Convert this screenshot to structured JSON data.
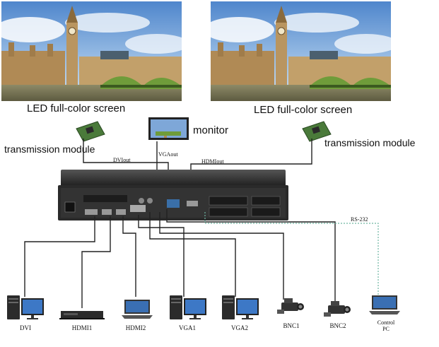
{
  "screens": {
    "left_label": "LED full-color screen",
    "right_label": "LED full-color screen"
  },
  "monitor": {
    "label": "monitor"
  },
  "transmission": {
    "left_label": "transmission  module",
    "right_label": "transmission  module"
  },
  "ports": {
    "dvi_out": "DVIout",
    "vga_out": "VGAout",
    "hdmi_out": "HDMIout",
    "rs232": "RS-232"
  },
  "sources": [
    {
      "id": "dvi",
      "label": "DVI",
      "icon": "desktop-pc-icon"
    },
    {
      "id": "hdmi1",
      "label": "HDMI1",
      "icon": "dvd-player-icon"
    },
    {
      "id": "hdmi2",
      "label": "HDMI2",
      "icon": "laptop-icon"
    },
    {
      "id": "vga1",
      "label": "VGA1",
      "icon": "desktop-pc-icon"
    },
    {
      "id": "vga2",
      "label": "VGA2",
      "icon": "desktop-pc-icon"
    },
    {
      "id": "bnc1",
      "label": "BNC1",
      "icon": "video-camera-icon"
    },
    {
      "id": "bnc2",
      "label": "BNC2",
      "icon": "video-camera-icon"
    },
    {
      "id": "control_pc",
      "label_line1": "Control",
      "label_line2": "PC",
      "icon": "laptop-icon"
    }
  ],
  "colors": {
    "cable": "#222222",
    "rs232_cable": "#6fb6a2",
    "device_body": "#2b2b2b",
    "sky": "#6d9fd6"
  }
}
